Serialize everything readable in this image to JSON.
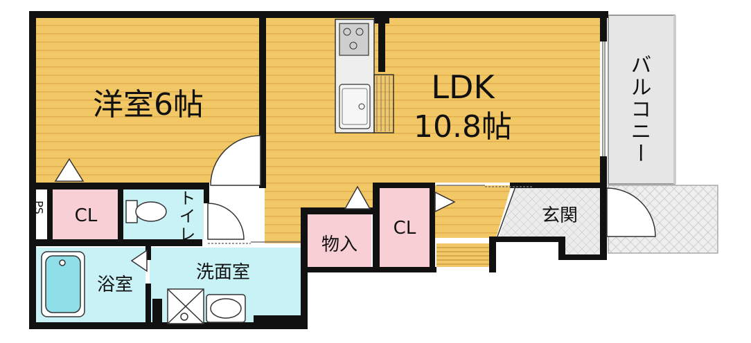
{
  "rooms": {
    "western_room": {
      "name": "洋室6帖"
    },
    "ldk": {
      "name": "LDK",
      "size": "10.8帖"
    },
    "balcony": {
      "name": "バルコニー"
    },
    "closet_left": {
      "name": "CL"
    },
    "closet_center": {
      "name": "CL"
    },
    "toilet": {
      "name": "トイレ"
    },
    "storage": {
      "name": "物入"
    },
    "entrance": {
      "name": "玄関"
    },
    "bathroom": {
      "name": "浴室"
    },
    "washroom": {
      "name": "洗面室"
    },
    "pipe_space": {
      "name": "PS"
    }
  },
  "colors": {
    "flooring": "#f2c766",
    "flooring_stripe": "#e5b453",
    "closet": "#f7cfd4",
    "wet_area": "#c9f2f6",
    "balcony": "#e6e6e6",
    "entrance_tile": "#e8e8e8",
    "wall": "#111111"
  }
}
